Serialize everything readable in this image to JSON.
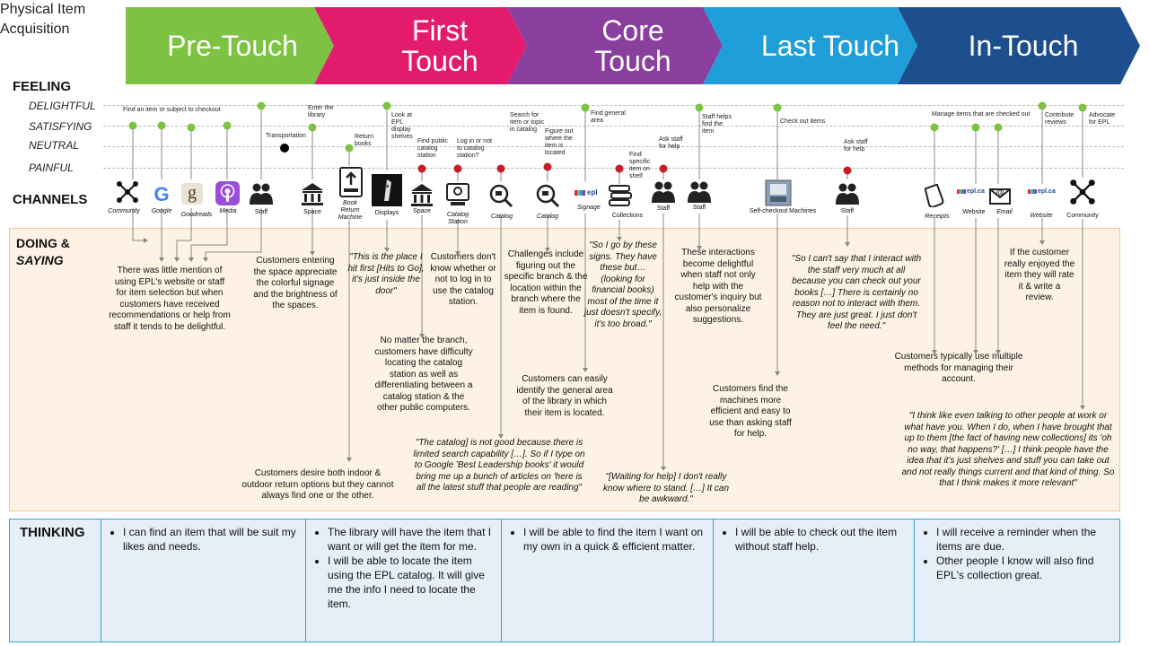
{
  "title": "Physical Item Acquisition",
  "phases": [
    {
      "label": "Pre-Touch",
      "color": "#7dc242"
    },
    {
      "label": "First Touch",
      "color": "#e31b6d"
    },
    {
      "label": "Core Touch",
      "color": "#8a3e9e"
    },
    {
      "label": "Last Touch",
      "color": "#1f9ed9"
    },
    {
      "label": "In-Touch",
      "color": "#1d4f8f"
    }
  ],
  "rows": {
    "feeling": "FEELING",
    "channels": "CHANNELS",
    "doing_1": "DOING &",
    "doing_2": "SAYING",
    "thinking": "THINKING"
  },
  "levels": [
    "DELIGHTFUL",
    "SATISFYING",
    "NEUTRAL",
    "PAINFUL"
  ],
  "touchpoints": [
    "Find an item or subject to checkout",
    "Transportation",
    "Enter the library",
    "Return books",
    "Look at EPL display shelves",
    "Find public catalog station",
    "Log in or not to catalog station?",
    "Search for item or topic in catalog",
    "Figure out where the item is located",
    "Find general area",
    "Find specific item on shelf",
    "Ask staff for help",
    "Staff helps find the item",
    "Check out items",
    "Ask staff for help",
    "Manage items that are checked out",
    "Contribute reviews",
    "Advocate for EPL"
  ],
  "channels": [
    {
      "label": "Community",
      "icon": "community-icon"
    },
    {
      "label": "Google",
      "icon": "google-icon"
    },
    {
      "label": "Goodreads",
      "icon": "goodreads-icon"
    },
    {
      "label": "Media",
      "icon": "podcast-icon"
    },
    {
      "label": "Staff",
      "icon": "staff-icon"
    },
    {
      "label": "Space",
      "icon": "building-icon"
    },
    {
      "label": "Book Return Machine",
      "icon": "book-return-icon"
    },
    {
      "label": "Displays",
      "icon": "display-icon"
    },
    {
      "label": "Space",
      "icon": "building-icon"
    },
    {
      "label": "Catalog Station",
      "icon": "catalog-station-icon"
    },
    {
      "label": "Catalog",
      "icon": "search-icon"
    },
    {
      "label": "Catalog",
      "icon": "search-icon"
    },
    {
      "label": "Signage",
      "icon": "epl-logo-icon"
    },
    {
      "label": "Collections",
      "icon": "books-icon"
    },
    {
      "label": "Staff",
      "icon": "staff-icon"
    },
    {
      "label": "Staff",
      "icon": "staff-icon"
    },
    {
      "label": "Self-checkout Machines",
      "icon": "self-checkout-icon"
    },
    {
      "label": "Staff",
      "icon": "staff-icon"
    },
    {
      "label": "Receipts",
      "icon": "receipt-icon"
    },
    {
      "label": "Website",
      "icon": "epl-website-icon"
    },
    {
      "label": "Email",
      "icon": "email-icon"
    },
    {
      "label": "Website",
      "icon": "epl-website-icon"
    },
    {
      "label": "Community",
      "icon": "community-icon"
    }
  ],
  "epl_logo": "epl",
  "epl_web_logo": "epl.ca",
  "doing": [
    "There was little mention of using EPL's website or staff for item selection but when customers have received recommendations or help from staff it tends to be delightful.",
    "Customers entering the space appreciate the colorful signage and the brightness of the spaces.",
    "Customers desire both indoor & outdoor return options but they cannot always find one or the other.",
    "\"This is the place I hit first [Hits to Go], it's just inside the door\"",
    "No matter the branch, customers have difficulty locating the catalog station as well as differentiating between a catalog station & the other public computers.",
    "Customers don't know whether or not to log in to use the catalog station.",
    "Challenges include figuring out the specific branch & the location within the branch where the item is found.",
    "\"The catalog] is not good because there is limited search capability […]. So if I type on to Google 'Best Leadership books' it would bring me up a bunch of articles on 'here is all the latest stuff that people are reading\"",
    "Customers can easily identify the general area of the library in which their item is located.",
    "\"So I go by these signs. They have these but… (looking for financial books) most of the time it just doesn't specify, it's too broad.\"",
    "\"[Waiting for help] I don't really know where to stand. […] It can be awkward.\"",
    "These interactions become delightful when staff not only help with the customer's inquiry but also personalize suggestions.",
    "Customers find the machines more efficient and easy to use than asking staff for help.",
    "\"So I can't say that I interact with the staff very much at all because you can check out your books […] There is certainly no reason not to interact with them. They are just great. I just don't feel the need.\"",
    "Customers typically use multiple methods for managing their account.",
    "If the customer really enjoyed the item they will rate it & write a review.",
    "\"I think like even talking to other people at work or what have you. When I do, when I have brought that up to them [the fact of having new collections] its 'oh no way, that happens?' […] I think people have the idea that it's just shelves and stuff you can take out and not really things current and that kind of thing. So that I think makes it more relevant\""
  ],
  "thinking": [
    [
      "I can find an item that will be suit my likes and needs."
    ],
    [
      "The library will have the item that I want or will get the item for me.",
      "I will be able to locate the item using the EPL catalog. It will give me the info I need to locate the item."
    ],
    [
      "I will be able to find the item I want on my own in a quick & efficient matter."
    ],
    [
      "I will be able to check out the item without staff help."
    ],
    [
      "I will receive a reminder when the items are due.",
      "Other people I know will also find EPL's collection great."
    ]
  ]
}
